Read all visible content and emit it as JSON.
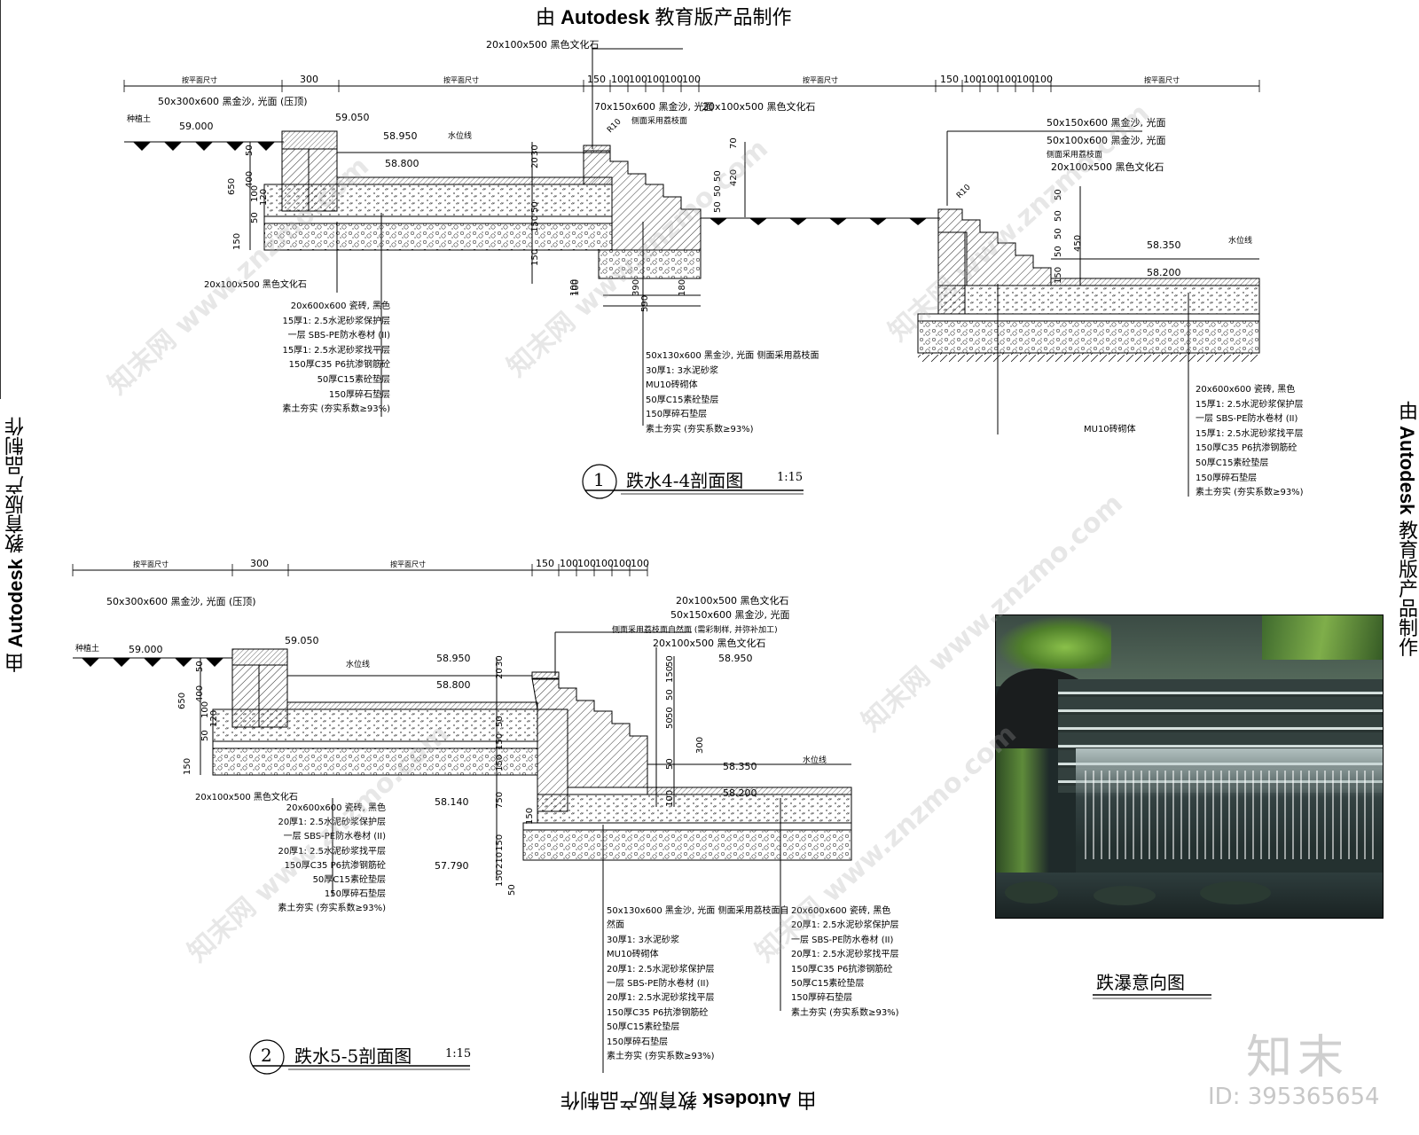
{
  "banners": {
    "top": {
      "prefix": "由 ",
      "brand": "Autodesk",
      "suffix": " 教育版产品制作"
    },
    "bottom": {
      "prefix": "由 ",
      "brand": "Autodesk",
      "suffix": " 教育版产品制作"
    },
    "left": {
      "prefix": "由 ",
      "brand": "Autodesk",
      "suffix": " 教育版产品制作"
    },
    "right": {
      "prefix": "由 ",
      "brand": "Autodesk",
      "suffix": " 教育版产品制作"
    }
  },
  "section1": {
    "number": "1",
    "title": "跌水4-4剖面图",
    "scale": "1:15",
    "dims_top": [
      "按平面尺寸",
      "300",
      "按平面尺寸",
      "150",
      "100",
      "100",
      "100",
      "100",
      "100",
      "按平面尺寸",
      "150",
      "100",
      "100",
      "100",
      "100",
      "100",
      "按平面尺寸"
    ],
    "elev": [
      "59.000",
      "59.050",
      "58.950",
      "58.800",
      "58.350",
      "58.200"
    ],
    "labels_top": [
      "20x100x500 黑色文化石",
      "50x300x600 黑金沙, 光面 (压顶)",
      "70x150x600 黑金沙, 光面",
      "侧面采用荔枝面",
      "20x100x500 黑色文化石",
      "50x150x600 黑金沙, 光面",
      "50x100x600 黑金沙, 光面",
      "侧面采用荔枝面",
      "20x100x500 黑色文化石",
      "种植土",
      "水位线",
      "水位线",
      "R10",
      "R10"
    ],
    "dims_v": [
      "50",
      "400",
      "650",
      "100",
      "50",
      "150",
      "120",
      "20",
      "30",
      "150",
      "50",
      "150",
      "70",
      "50",
      "50",
      "50",
      "420",
      "50",
      "50",
      "50",
      "50",
      "450",
      "150",
      "100",
      "390",
      "180",
      "590",
      "100"
    ],
    "layers_left": [
      "20x100x500 黑色文化石",
      "20x600x600 瓷砖, 黑色",
      "15厚1: 2.5水泥砂浆保护层",
      "一层 SBS-PE防水卷材 (II)",
      "15厚1: 2.5水泥砂浆找平层",
      "150厚C35 P6抗渗钢筋砼",
      "50厚C15素砼垫层",
      "150厚碎石垫层",
      "素土夯实 (夯实系数≥93%)"
    ],
    "layers_mid": [
      "50x130x600 黑金沙, 光面 侧面采用荔枝面",
      "30厚1: 3水泥砂浆",
      "MU10砖砌体",
      "50厚C15素砼垫层",
      "150厚碎石垫层",
      "素土夯实 (夯实系数≥93%)"
    ],
    "layers_right": [
      "20x600x600 瓷砖, 黑色",
      "15厚1: 2.5水泥砂浆保护层",
      "一层 SBS-PE防水卷材 (II)",
      "15厚1: 2.5水泥砂浆找平层",
      "150厚C35 P6抗渗钢筋砼",
      "50厚C15素砼垫层",
      "150厚碎石垫层",
      "素土夯实 (夯实系数≥93%)"
    ],
    "mu10_label": "MU10砖砌体"
  },
  "section2": {
    "number": "2",
    "title": "跌水5-5剖面图",
    "scale": "1:15",
    "dims_top": [
      "按平面尺寸",
      "300",
      "按平面尺寸",
      "150",
      "100",
      "100",
      "100",
      "100",
      "100"
    ],
    "elev": [
      "59.000",
      "59.050",
      "58.950",
      "58.800",
      "58.950",
      "58.350",
      "58.200",
      "58.140",
      "57.790"
    ],
    "labels_top": [
      "20x100x500 黑色文化石",
      "50x150x600 黑金沙, 光面",
      "侧面采用荔枝面自然面 (需彩制样, 并弥补加工)",
      "20x100x500 黑色文化石",
      "50x300x600 黑金沙, 光面 (压顶)",
      "种植土",
      "水位线",
      "水位线"
    ],
    "dims_v": [
      "50",
      "400",
      "650",
      "100",
      "50",
      "150",
      "120",
      "20",
      "30",
      "150",
      "50",
      "150",
      "50",
      "150",
      "50",
      "50",
      "50",
      "50",
      "300",
      "750",
      "150",
      "210",
      "150",
      "50",
      "150",
      "100"
    ],
    "layers_left": [
      "20x100x500 黑色文化石",
      "20x600x600 瓷砖, 黑色",
      "20厚1: 2.5水泥砂浆保护层",
      "一层 SBS-PE防水卷材 (II)",
      "20厚1: 2.5水泥砂浆找平层",
      "150厚C35 P6抗渗钢筋砼",
      "50厚C15素砼垫层",
      "150厚碎石垫层",
      "素土夯实 (夯实系数≥93%)"
    ],
    "layers_mid": [
      "50x130x600 黑金沙, 光面 侧面采用荔枝面自然面",
      "30厚1: 3水泥砂浆",
      "MU10砖砌体",
      "20厚1: 2.5水泥砂浆保护层",
      "一层 SBS-PE防水卷材 (II)",
      "20厚1: 2.5水泥砂浆找平层",
      "150厚C35 P6抗渗钢筋砼",
      "50厚C15素砼垫层",
      "150厚碎石垫层",
      "素土夯实 (夯实系数≥93%)"
    ],
    "layers_right": [
      "20x600x600 瓷砖, 黑色",
      "20厚1: 2.5水泥砂浆保护层",
      "一层 SBS-PE防水卷材 (II)",
      "20厚1: 2.5水泥砂浆找平层",
      "150厚C35 P6抗渗钢筋砼",
      "50厚C15素砼垫层",
      "150厚碎石垫层",
      "素土夯实 (夯实系数≥93%)"
    ]
  },
  "photo": {
    "caption": "跌瀑意向图"
  },
  "watermark": {
    "logo": "知末",
    "id": "ID: 395365654",
    "site": "知末网 www.znzmo.com"
  }
}
